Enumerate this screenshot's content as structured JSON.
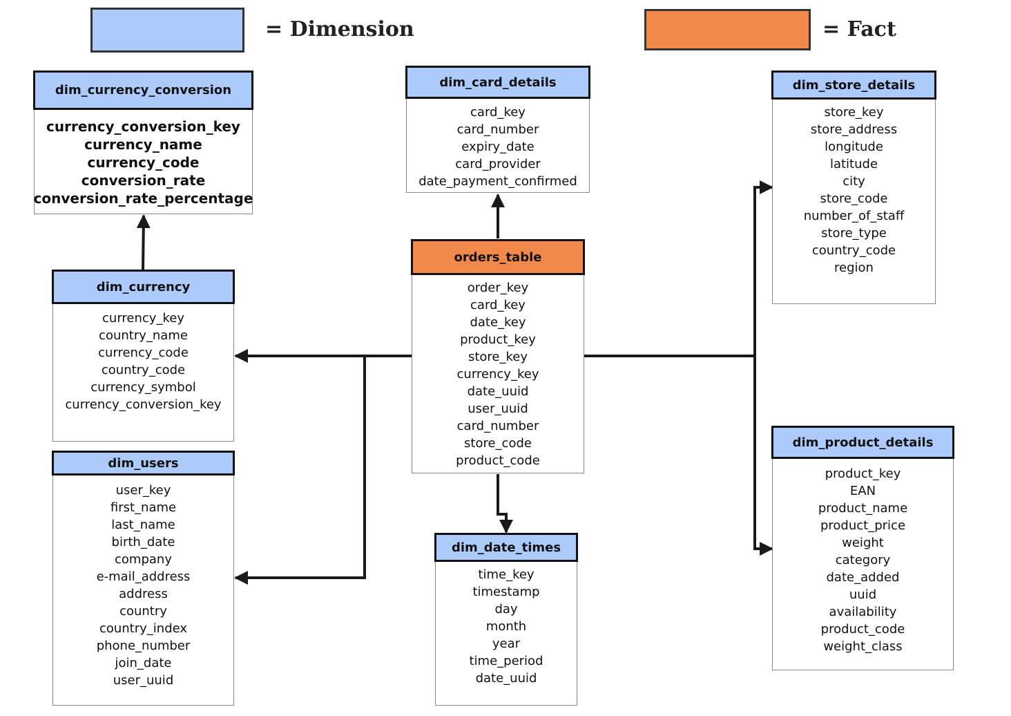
{
  "legend": {
    "dimension_label": "= Dimension",
    "fact_label": "= Fact",
    "dimension_color": "#adcbfa",
    "fact_color": "#f0894a"
  },
  "entities": {
    "dim_currency_conversion": {
      "title": "dim_currency_conversion",
      "fields": [
        "currency_conversion_key",
        "currency_name",
        "currency_code",
        "conversion_rate",
        "conversion_rate_percentage"
      ]
    },
    "dim_card_details": {
      "title": "dim_card_details",
      "fields": [
        "card_key",
        "card_number",
        "expiry_date",
        "card_provider",
        "date_payment_confirmed"
      ]
    },
    "dim_store_details": {
      "title": "dim_store_details",
      "fields": [
        "store_key",
        "store_address",
        "longitude",
        "latitude",
        "city",
        "store_code",
        "number_of_staff",
        "store_type",
        "country_code",
        "region"
      ]
    },
    "orders_table": {
      "title": "orders_table",
      "fields": [
        "order_key",
        "card_key",
        "date_key",
        "product_key",
        "store_key",
        "currency_key",
        "date_uuid",
        "user_uuid",
        "card_number",
        "store_code",
        "product_code"
      ]
    },
    "dim_currency": {
      "title": "dim_currency",
      "fields": [
        "currency_key",
        "country_name",
        "currency_code",
        "country_code",
        "currency_symbol",
        "currency_conversion_key"
      ]
    },
    "dim_users": {
      "title": "dim_users",
      "fields": [
        "user_key",
        "first_name",
        "last_name",
        "birth_date",
        "company",
        "e-mail_address",
        "address",
        "country",
        "country_index",
        "phone_number",
        "join_date",
        "user_uuid"
      ]
    },
    "dim_date_times": {
      "title": "dim_date_times",
      "fields": [
        "time_key",
        "timestamp",
        "day",
        "month",
        "year",
        "time_period",
        "date_uuid"
      ]
    },
    "dim_product_details": {
      "title": "dim_product_details",
      "fields": [
        "product_key",
        "EAN",
        "product_name",
        "product_price",
        "weight",
        "category",
        "date_added",
        "uuid",
        "availability",
        "product_code",
        "weight_class"
      ]
    }
  }
}
